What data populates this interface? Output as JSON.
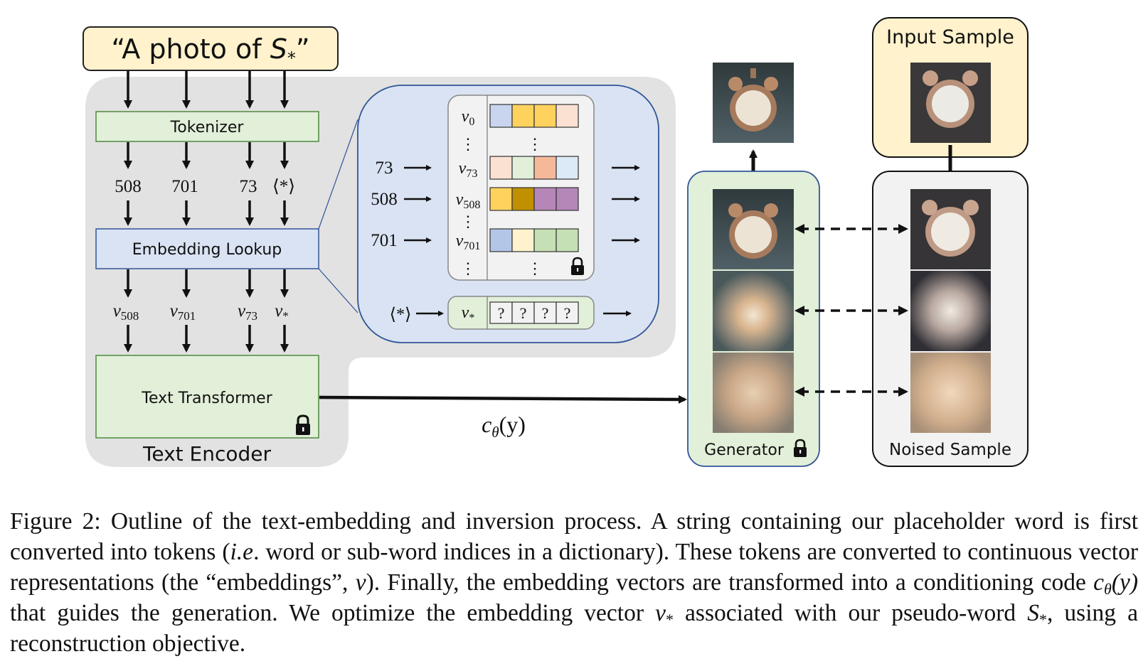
{
  "prompt_text": "“A photo of ",
  "prompt_symbol": "S",
  "prompt_symbol_sub": "*",
  "prompt_close": "”",
  "tokenizer_label": "Tokenizer",
  "tokens": [
    "508",
    "701",
    "73",
    "⟨*⟩"
  ],
  "embedding_lookup_label": "Embedding Lookup",
  "embedding_outputs": [
    {
      "base": "v",
      "sub": "508"
    },
    {
      "base": "v",
      "sub": "701"
    },
    {
      "base": "v",
      "sub": "73"
    },
    {
      "base": "v",
      "sub": "*"
    }
  ],
  "text_transformer_label": "Text Transformer",
  "text_encoder_label": "Text Encoder",
  "conditioning_label": {
    "base": "c",
    "sub": "θ",
    "rest": "(y)"
  },
  "lookup_table": {
    "rows": [
      {
        "input": "",
        "vec": "v",
        "sub": "0",
        "colors": [
          "#c9d5ee",
          "#ffd25e",
          "#ffd25e",
          "#fbe1d2"
        ]
      },
      {
        "input": "73",
        "vec": "v",
        "sub": "73",
        "colors": [
          "#fbe1d2",
          "#e2efd9",
          "#f5b99a",
          "#dce9f7"
        ]
      },
      {
        "input": "508",
        "vec": "v",
        "sub": "508",
        "colors": [
          "#ffd25e",
          "#c09000",
          "#b487b8",
          "#b487b8"
        ]
      },
      {
        "input": "701",
        "vec": "v",
        "sub": "701",
        "colors": [
          "#b4c6e7",
          "#fff2cc",
          "#c5e0b4",
          "#c5e0b4"
        ]
      }
    ],
    "placeholder_input": "⟨*⟩",
    "placeholder_vec": {
      "base": "v",
      "sub": "*"
    },
    "placeholder_cells": [
      "?",
      "?",
      "?",
      "?"
    ],
    "ellipsis": "⋮"
  },
  "generator_label": "Generator",
  "input_sample_label": "Input Sample",
  "noised_sample_label": "Noised Sample",
  "colors": {
    "prompt_fill": "#fff2cc",
    "green_fill": "#e2efd9",
    "blue_fill": "#dae3f3",
    "gray_panel": "#e2e2e2",
    "blue_border": "#2f5597"
  },
  "caption": {
    "label": "Figure 2:",
    "p1": " Outline of the text-embedding and inversion process. A string containing our placeholder word is first converted into tokens (",
    "ie": "i.e",
    "p2": ". word or sub-word indices in a dictionary). These tokens are converted to continuous vector representations (the “embeddings”, ",
    "v": "v",
    "p3": "). Finally, the embedding vectors are transformed into a conditioning code ",
    "c": "c",
    "theta": "θ",
    "cy": "(y)",
    "p4": " that guides the generation. We optimize the embedding vector ",
    "vstar": "v",
    "star": "*",
    "p5": " associated with our pseudo-word ",
    "S": "S",
    "p6": ", using a reconstruction objective."
  }
}
